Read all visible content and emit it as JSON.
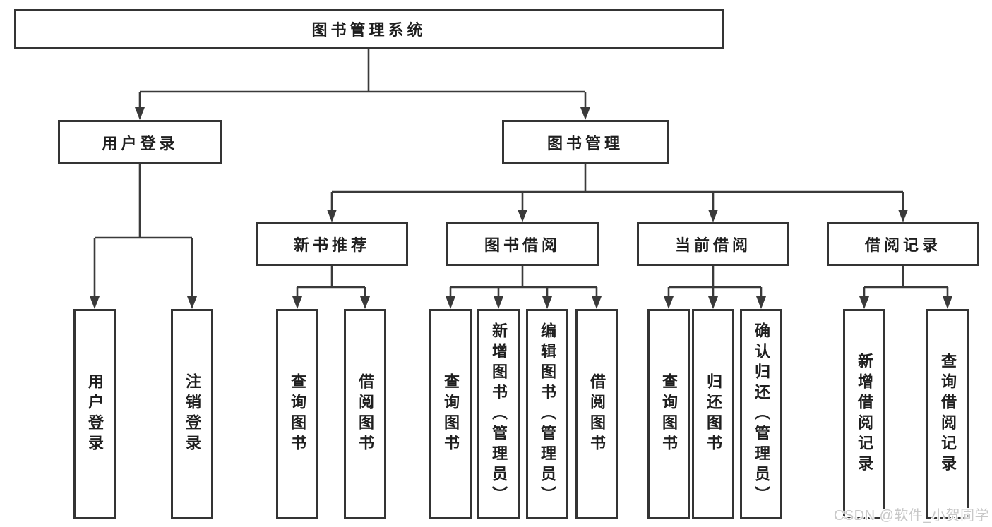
{
  "tree": {
    "root": {
      "label": "图书管理系统",
      "children": [
        {
          "label": "用户登录",
          "children": [
            {
              "label": "用户登录"
            },
            {
              "label": "注销登录"
            }
          ]
        },
        {
          "label": "图书管理",
          "children": [
            {
              "label": "新书推荐",
              "children": [
                {
                  "label": "查询图书"
                },
                {
                  "label": "借阅图书"
                }
              ]
            },
            {
              "label": "图书借阅",
              "children": [
                {
                  "label": "查询图书"
                },
                {
                  "label": "新增图书（管理员）"
                },
                {
                  "label": "编辑图书（管理员）"
                },
                {
                  "label": "借阅图书"
                }
              ]
            },
            {
              "label": "当前借阅",
              "children": [
                {
                  "label": "查询图书"
                },
                {
                  "label": "归还图书"
                },
                {
                  "label": "确认归还（管理员）"
                }
              ]
            },
            {
              "label": "借阅记录",
              "children": [
                {
                  "label": "新增借阅记录"
                },
                {
                  "label": "查询借阅记录"
                }
              ]
            }
          ]
        }
      ]
    }
  },
  "watermark": {
    "text": "CSDN @软件_小贺同学"
  },
  "colors": {
    "line": "#3a3a3a",
    "box_border": "#343434",
    "box_fill": "#ffffff",
    "text": "#1f1f1f",
    "watermark": "#c8c8c8",
    "background": "#ffffff"
  }
}
